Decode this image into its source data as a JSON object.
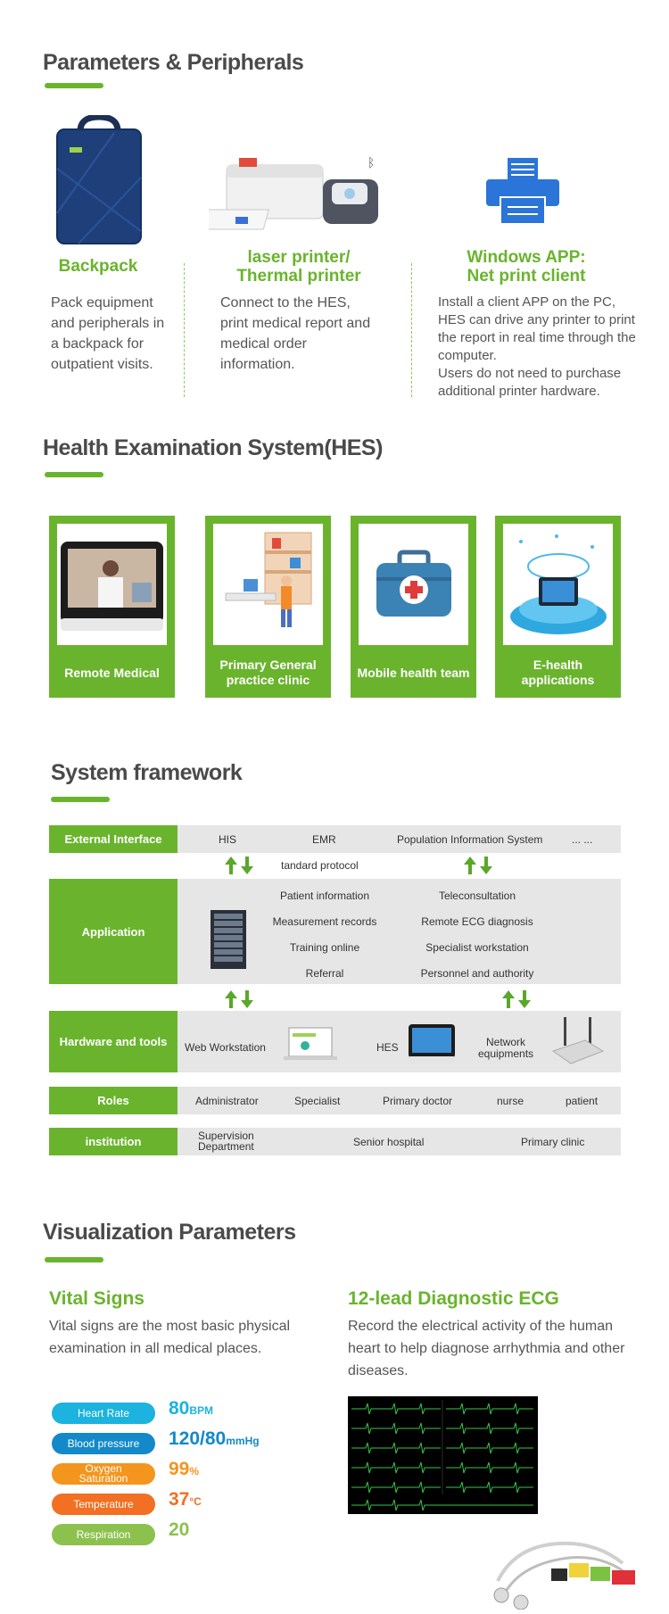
{
  "section1": {
    "title": "Parameters & Peripherals",
    "items": [
      {
        "title": "Backpack",
        "text": "Pack equipment and peripherals in a backpack for outpatient visits."
      },
      {
        "title_line1": "laser printer/",
        "title_line2": "Thermal printer",
        "text": "Connect to the HES, print medical report and medical order information."
      },
      {
        "title_line1": "Windows APP:",
        "title_line2": "Net print client",
        "text_line1": "Install a client APP on the PC, HES can drive any printer to print the report in real time through the computer.",
        "text_line2": "Users do not need to purchase additional printer hardware."
      }
    ]
  },
  "section2": {
    "title": "Health Examination System(HES)",
    "cards": [
      {
        "label": "Remote Medical"
      },
      {
        "label": "Primary General practice clinic"
      },
      {
        "label": "Mobile health team"
      },
      {
        "label": "E-health applications"
      }
    ]
  },
  "section3": {
    "title": "System framework",
    "rows": {
      "external": {
        "label": "External Interface",
        "items": [
          "HIS",
          "EMR",
          "Population Information System",
          "... ..."
        ]
      },
      "protocol": "tandard protocol",
      "application": {
        "label": "Application",
        "left": [
          "Patient information",
          "Measurement records",
          "Training online",
          "Referral"
        ],
        "right": [
          "Teleconsultation",
          "Remote ECG diagnosis",
          "Specialist workstation",
          "Personnel and authority"
        ]
      },
      "hardware": {
        "label": "Hardware and tools",
        "web": "Web Workstation",
        "hes": "HES",
        "net_line1": "Network",
        "net_line2": "equipments"
      },
      "roles": {
        "label": "Roles",
        "items": [
          "Administrator",
          "Specialist",
          "Primary doctor",
          "nurse",
          "patient"
        ]
      },
      "institution": {
        "label": "institution",
        "sup_line1": "Supervision",
        "sup_line2": "Department",
        "senior": "Senior hospital",
        "primary": "Primary clinic"
      }
    }
  },
  "section4": {
    "title": "Visualization Parameters",
    "vital": {
      "title": "Vital Signs",
      "text": "Vital signs are the most basic physical examination in all medical places.",
      "items": [
        {
          "label": "Heart Rate",
          "value": "80",
          "unit": "BPM",
          "color": "#1cb3de"
        },
        {
          "label": "Blood pressure",
          "value": "120/80",
          "unit": "mmHg",
          "color": "#1389c9"
        },
        {
          "label_line1": "Oxygen",
          "label_line2": "Saturation",
          "value": "99",
          "unit": "%",
          "color": "#f4951d"
        },
        {
          "label": "Temperature",
          "value": "37",
          "unit": "°C",
          "color": "#f26f23"
        },
        {
          "label": "Respiration",
          "value": "20",
          "unit": "",
          "color": "#8cc14e"
        }
      ]
    },
    "ecg": {
      "title": "12-lead Diagnostic ECG",
      "text": "Record the electrical activity of the human heart to help diagnose arrhythmia and other diseases."
    }
  }
}
